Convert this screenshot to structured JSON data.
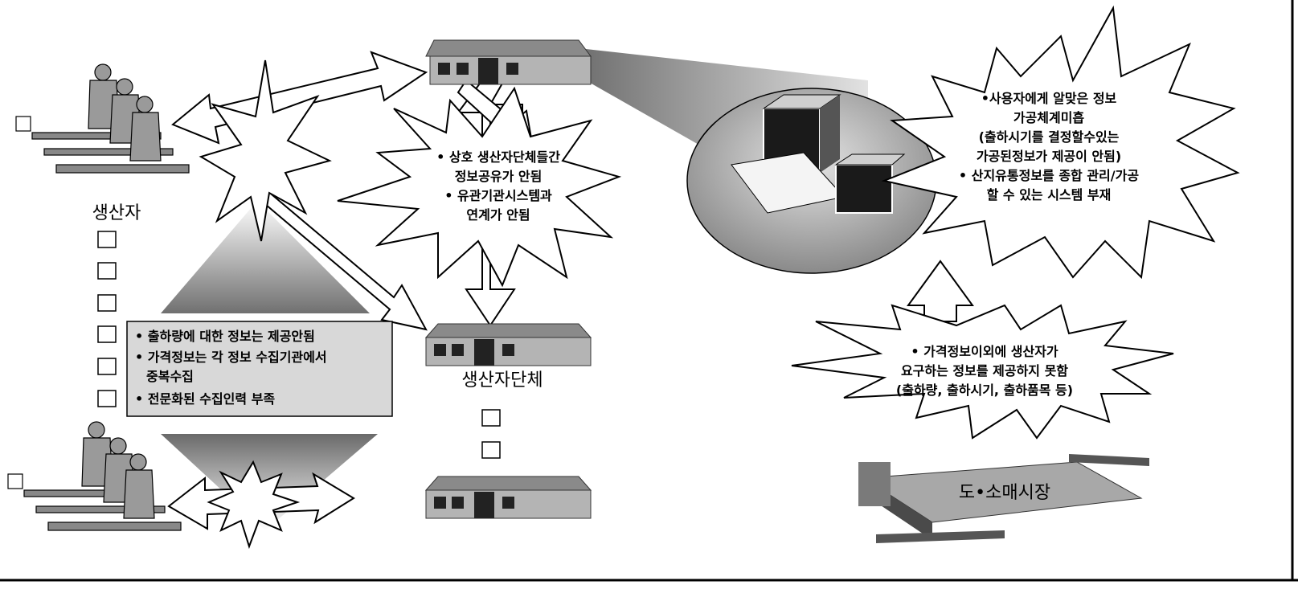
{
  "labels": {
    "producer": "생산자",
    "producer_group": "생산자단체",
    "market": "도•소매시장"
  },
  "burst_center": {
    "line1": "• 상호 생산자단체들간",
    "line2": "정보공유가 안됨",
    "line3": "• 유관기관시스템과",
    "line4": "연계가 안됨"
  },
  "burst_top_right": {
    "line1": "•사용자에게  알맞은 정보",
    "line2": "가공체계미흡",
    "line3": "(출하시기를 결정할수있는",
    "line4": "가공된정보가 제공이 안됨)",
    "line5": "• 산지유통정보를 종합 관리/가공",
    "line6": "할 수 있는 시스템 부재"
  },
  "burst_market": {
    "line1": "• 가격정보이외에 생산자가",
    "line2": "요구하는 정보를 제공하지 못함",
    "line3": "(출하량, 출하시기, 출하품목 등)"
  },
  "info_box": {
    "line1": "• 출하량에 대한 정보는 제공안됨",
    "line2": "• 가격정보는 각 정보 수집기관에서",
    "line3": "중복수집",
    "line4": "• 전문화된 수집인력 부족"
  },
  "colors": {
    "box_fill": "#d8d8d8",
    "outline": "#000000",
    "cone_dark": "#6a6a6a"
  }
}
